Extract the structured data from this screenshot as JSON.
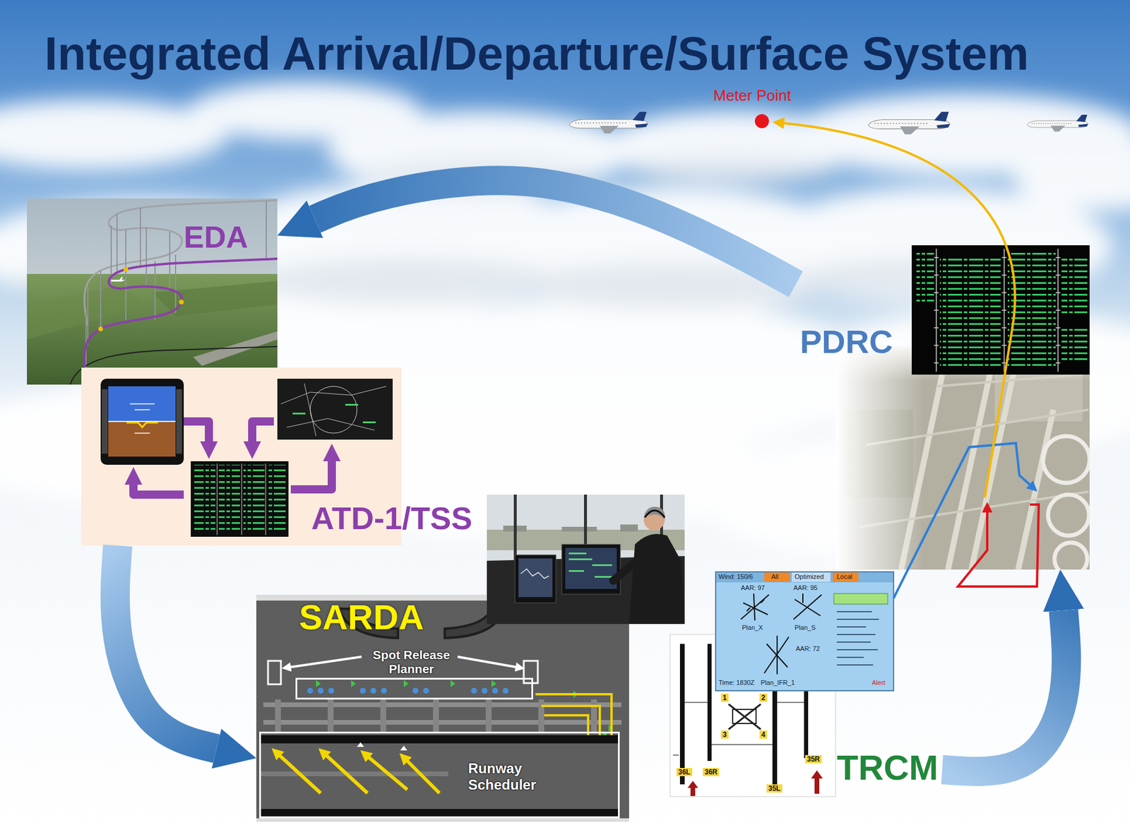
{
  "diagram": {
    "title": "Integrated Arrival/Departure/Surface System",
    "nodes": [
      {
        "text": [
          "EDA"
        ]
      },
      {
        "text": [
          "ATD-1/TSS"
        ]
      },
      {
        "text": [
          "SARDA"
        ]
      },
      {
        "text": [
          "Spot Release Planner"
        ],
        "in": 2
      },
      {
        "text": [
          "Runway Scheduler"
        ],
        "in": 2
      },
      {
        "text": [
          "TRCM"
        ]
      },
      {
        "text": [
          "PDRC"
        ]
      }
    ],
    "edges": [
      {
        "from": 6,
        "to": 0,
        "arrow": "to"
      },
      {
        "from": 1,
        "to": 2,
        "arrow": "to"
      },
      {
        "from": 5,
        "to": 6,
        "arrow": "to"
      }
    ],
    "labels": [
      "Meter Point",
      "Wind: 150/6",
      "All",
      "Optimized",
      "Local",
      "AAR: 97",
      "AAR: 95",
      "AAR: 72",
      "Plan_X",
      "Plan_S",
      "Plan_IFR_1",
      "Time: 1830Z",
      "Alert",
      "1",
      "2",
      "3",
      "4",
      "36L",
      "36R",
      "35L",
      "35R"
    ]
  }
}
